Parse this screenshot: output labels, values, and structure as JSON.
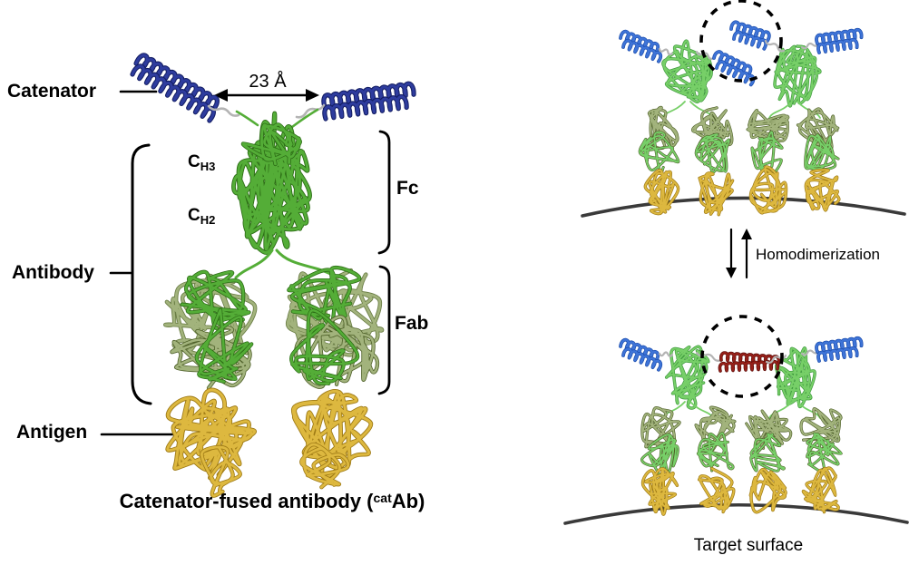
{
  "left_panel": {
    "labels": {
      "catenator": "Catenator",
      "antibody": "Antibody",
      "antigen": "Antigen",
      "distance": "23 Å",
      "ch3_main": "C",
      "ch3_sub": "H3",
      "ch2_main": "C",
      "ch2_sub": "H2",
      "fc": "Fc",
      "fab": "Fab"
    },
    "caption": {
      "pre": "Catenator-fused antibody (",
      "sup": "cat",
      "post": "Ab)"
    }
  },
  "right_panel": {
    "reaction_label": "Homodimerization",
    "caption": "Target surface"
  },
  "colors": {
    "catenator_navy": "#2e3c9e",
    "catenator_navy_dark": "#131d63",
    "catenator_blue": "#3e74d8",
    "catenator_blue_dark": "#1e4fae",
    "green": "#54ad37",
    "green_dark": "#2d6e16",
    "green_bright": "#77cf68",
    "green_bright_dark": "#3f9a3e",
    "sage": "#a2b37c",
    "sage_dark": "#6a7d45",
    "olive_dark": "#4e6028",
    "gold": "#ddb83f",
    "gold_dark": "#9e7a15",
    "red": "#962019",
    "red_dark": "#5c0d0a",
    "linker": "#b4b4b4",
    "surface": "#3a3a3a",
    "ink": "#000000"
  }
}
